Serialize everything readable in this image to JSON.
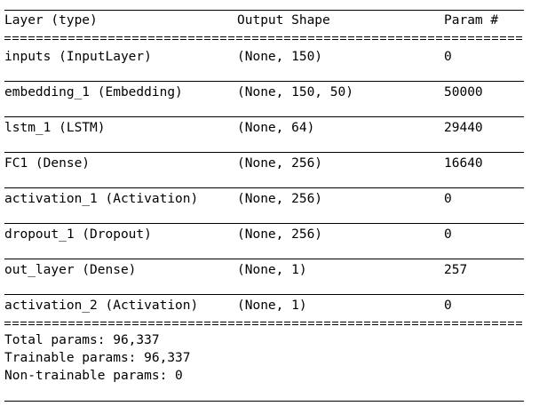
{
  "header": {
    "layer": "Layer (type)",
    "shape": "Output Shape",
    "params": "Param #"
  },
  "rows": [
    {
      "layer": "inputs (InputLayer)",
      "shape": "(None, 150)",
      "params": "0"
    },
    {
      "layer": "embedding_1 (Embedding)",
      "shape": "(None, 150, 50)",
      "params": "50000"
    },
    {
      "layer": "lstm_1 (LSTM)",
      "shape": "(None, 64)",
      "params": "29440"
    },
    {
      "layer": "FC1 (Dense)",
      "shape": "(None, 256)",
      "params": "16640"
    },
    {
      "layer": "activation_1 (Activation)",
      "shape": "(None, 256)",
      "params": "0"
    },
    {
      "layer": "dropout_1 (Dropout)",
      "shape": "(None, 256)",
      "params": "0"
    },
    {
      "layer": "out_layer (Dense)",
      "shape": "(None, 1)",
      "params": "257"
    },
    {
      "layer": "activation_2 (Activation)",
      "shape": "(None, 1)",
      "params": "0"
    }
  ],
  "footer": {
    "total": "Total params: 96,337",
    "trainable": "Trainable params: 96,337",
    "non_trainable": "Non-trainable params: 0"
  }
}
